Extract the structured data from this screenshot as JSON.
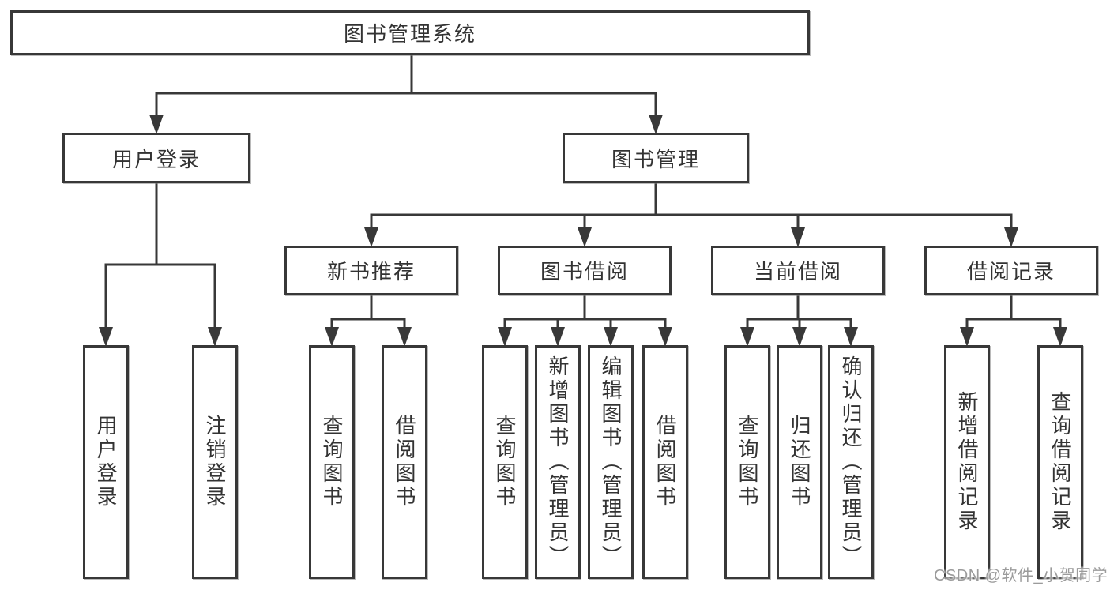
{
  "diagram": {
    "root": {
      "label": "图书管理系统"
    },
    "user_login": {
      "label": "用户登录",
      "children": {
        "login": "用户登录",
        "logout": "注销登录"
      }
    },
    "book_mgmt": {
      "label": "图书管理",
      "sections": {
        "new_books": {
          "label": "新书推荐",
          "children": {
            "query": "查询图书",
            "borrow": "借阅图书"
          }
        },
        "borrowing": {
          "label": "图书借阅",
          "children": {
            "query": "查询图书",
            "add": "新增图书（管理员）",
            "edit": "编辑图书（管理员）",
            "borrow": "借阅图书"
          }
        },
        "current": {
          "label": "当前借阅",
          "children": {
            "query": "查询图书",
            "return": "归还图书",
            "confirm": "确认归还（管理员）"
          }
        },
        "records": {
          "label": "借阅记录",
          "children": {
            "add": "新增借阅记录",
            "query": "查询借阅记录"
          }
        }
      }
    }
  },
  "colors": {
    "line": "#383838",
    "text": "#333333",
    "watermark": "#9b9b9b",
    "background": "#ffffff"
  },
  "watermark": {
    "text": "CSDN @软件_小贺同学"
  }
}
